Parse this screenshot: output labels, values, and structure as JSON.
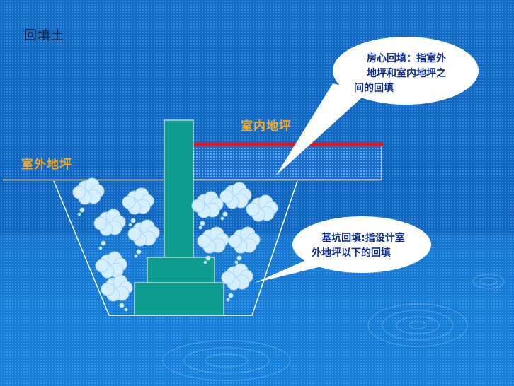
{
  "slide": {
    "title": "回填土"
  },
  "labels": {
    "indoor_floor": "室内地坪",
    "outdoor_floor": "室外地坪"
  },
  "callouts": {
    "house_core": {
      "line1": "房心回填：指室外",
      "line2": "地坪和室内地坪之",
      "line3": "间的回填"
    },
    "pit": {
      "line1": "基坑回填:指设计室",
      "line2": "外地坪以下的回填"
    }
  },
  "colors": {
    "background": "#0d69c4",
    "foundation": "#0e9c8e",
    "indoor_floor_line": "#e8141c",
    "label_orange": "#f5a623",
    "callout_text": "#0b2a8a"
  }
}
